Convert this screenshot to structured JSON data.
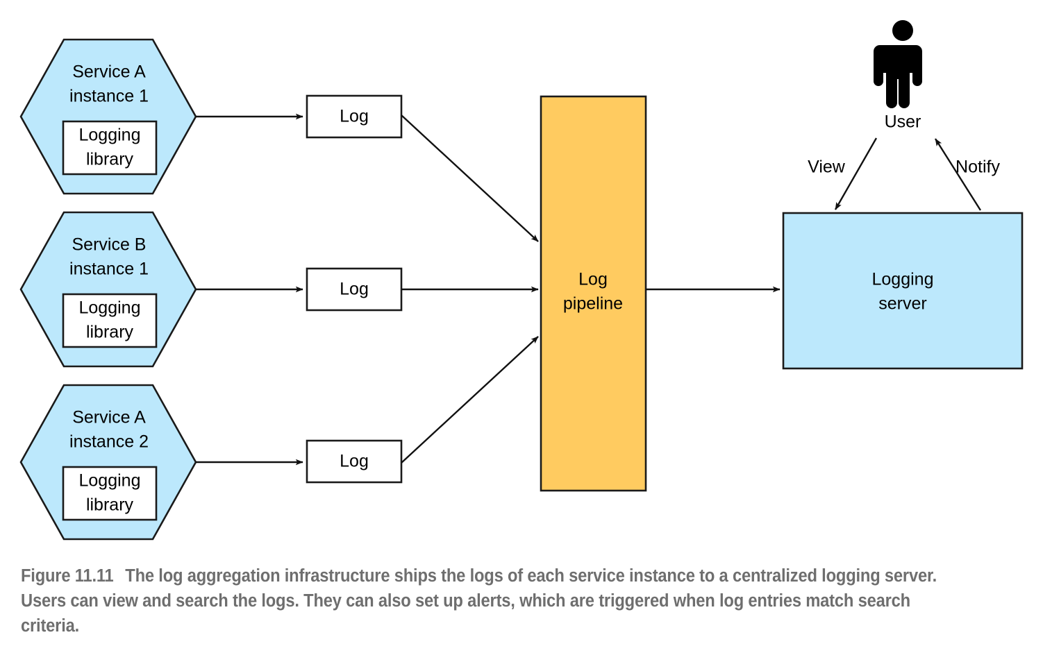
{
  "figure": {
    "number": "Figure 11.11",
    "caption": "The log aggregation infrastructure ships the logs of each service instance to a centralized logging server. Users can view and search the logs. They can also set up alerts, which are triggered when log entries match search criteria."
  },
  "colors": {
    "service_fill": "#BCE8FC",
    "pipeline_fill": "#FFCB60",
    "server_fill": "#BCE8FC",
    "log_box_fill": "#FFFFFF",
    "stroke": "#1A1A1A",
    "caption_text": "#6E6E6E",
    "node_text": "#000000"
  },
  "diagram": {
    "type": "architecture-flow",
    "services": [
      {
        "id": "service-a-1",
        "title_line1": "Service A",
        "title_line2": "instance 1",
        "library_line1": "Logging",
        "library_line2": "library"
      },
      {
        "id": "service-b-1",
        "title_line1": "Service B",
        "title_line2": "instance 1",
        "library_line1": "Logging",
        "library_line2": "library"
      },
      {
        "id": "service-a-2",
        "title_line1": "Service A",
        "title_line2": "instance 2",
        "library_line1": "Logging",
        "library_line2": "library"
      }
    ],
    "log_boxes": [
      {
        "id": "log-1",
        "label": "Log"
      },
      {
        "id": "log-2",
        "label": "Log"
      },
      {
        "id": "log-3",
        "label": "Log"
      }
    ],
    "pipeline": {
      "id": "log-pipeline",
      "line1": "Log",
      "line2": "pipeline"
    },
    "server": {
      "id": "logging-server",
      "line1": "Logging",
      "line2": "server"
    },
    "actor": {
      "id": "user",
      "label": "User",
      "icon": "person-icon"
    },
    "edge_labels": {
      "view": "View",
      "notify": "Notify"
    }
  }
}
